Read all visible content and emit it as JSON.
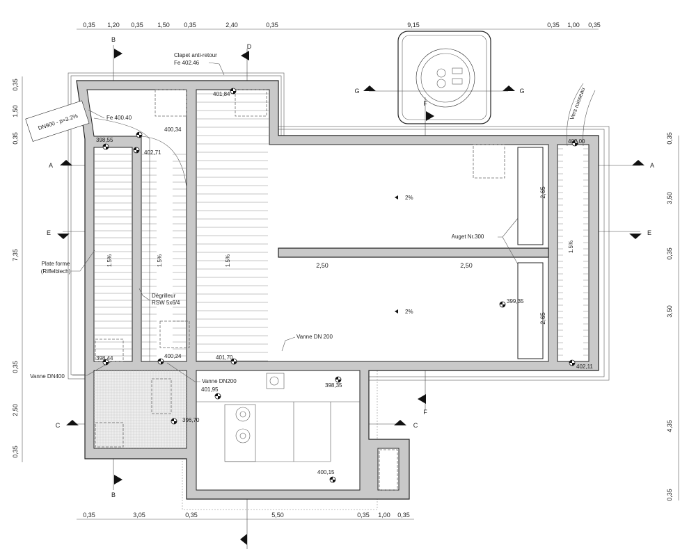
{
  "dimensions": {
    "top": [
      "0,35",
      "1,20",
      "0,35",
      "1,50",
      "0,35",
      "2,40",
      "0,35",
      "9,15",
      "0,35",
      "1,00",
      "0,35"
    ],
    "bottom": [
      "0,35",
      "3,05",
      "0,35",
      "5,50",
      "0,35",
      "1,00",
      "0,35"
    ],
    "left": [
      "0,35",
      "1,50",
      "0,35",
      "7,35",
      "0,35",
      "2,50",
      "0,35"
    ],
    "right": [
      "0,35",
      "3,50",
      "0,35",
      "3,50",
      "4,35",
      "0,35"
    ],
    "interior": [
      "2,50",
      "2,50",
      "2,65",
      "2,65"
    ]
  },
  "sections": {
    "b_top": "B",
    "b_bottom": "B",
    "d_top": "D",
    "a_left": "A",
    "a_right": "A",
    "e_left": "E",
    "e_right": "E",
    "c_left": "C",
    "c_right": "C",
    "g_left": "G",
    "g_right": "G",
    "f_top": "F",
    "f_bottom": "F"
  },
  "annotations": {
    "clapet": "Clapet anti-retour",
    "clapet_fe": "Fe 402.46",
    "dn900": "DN900 - p=3.2%",
    "fe_40040": "Fe 400.40",
    "plate_forme": "Plate forme",
    "riffelblech": "(Riffelblech)",
    "degrilleur": "Dégrilleur",
    "rsw": "RSW 5x6/4",
    "vanne_dn400": "Vanne DN400",
    "vanne_dn200_a": "Vanne DN200",
    "vanne_dn200_b": "Vanne DN 200",
    "auget": "Auget Nr.300",
    "vers_ruisseau": "Vers ruisseau"
  },
  "slopes": [
    "1.5%",
    "1.5%",
    "1.5%",
    "1.5%",
    "2%",
    "2%"
  ],
  "elevations": [
    "398,55",
    "402,71",
    "400,34",
    "401,84",
    "402,00",
    "398,44",
    "400,24",
    "401,70",
    "401,95",
    "398,35",
    "396,70",
    "399,35",
    "402,11",
    "400,15"
  ]
}
